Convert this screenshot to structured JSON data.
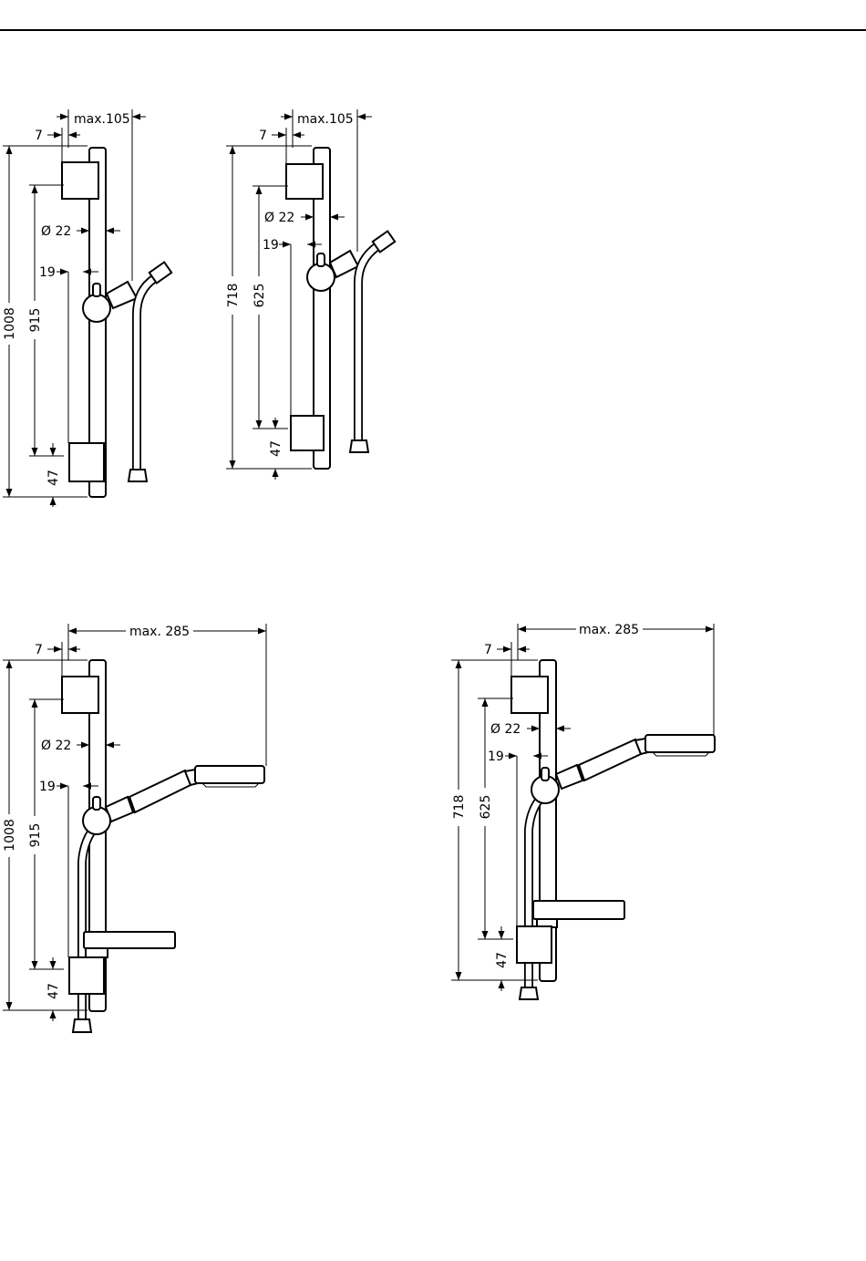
{
  "drawings": [
    {
      "id": "bar-90-hose",
      "labels": {
        "width": "max.105",
        "offset": "7",
        "pipe": "Ø 22",
        "wall": "19",
        "total": "1008",
        "spacing": "915",
        "bottom": "47"
      }
    },
    {
      "id": "bar-65-hose",
      "labels": {
        "width": "max.105",
        "offset": "7",
        "pipe": "Ø 22",
        "wall": "19",
        "total": "718",
        "spacing": "625",
        "bottom": "47"
      }
    },
    {
      "id": "bar-90-set",
      "labels": {
        "width": "max. 285",
        "offset": "7",
        "pipe": "Ø 22",
        "wall": "19",
        "total": "1008",
        "spacing": "915",
        "bottom": "47"
      }
    },
    {
      "id": "bar-65-set",
      "labels": {
        "width": "max. 285",
        "offset": "7",
        "pipe": "Ø 22",
        "wall": "19",
        "total": "718",
        "spacing": "625",
        "bottom": "47"
      }
    }
  ]
}
